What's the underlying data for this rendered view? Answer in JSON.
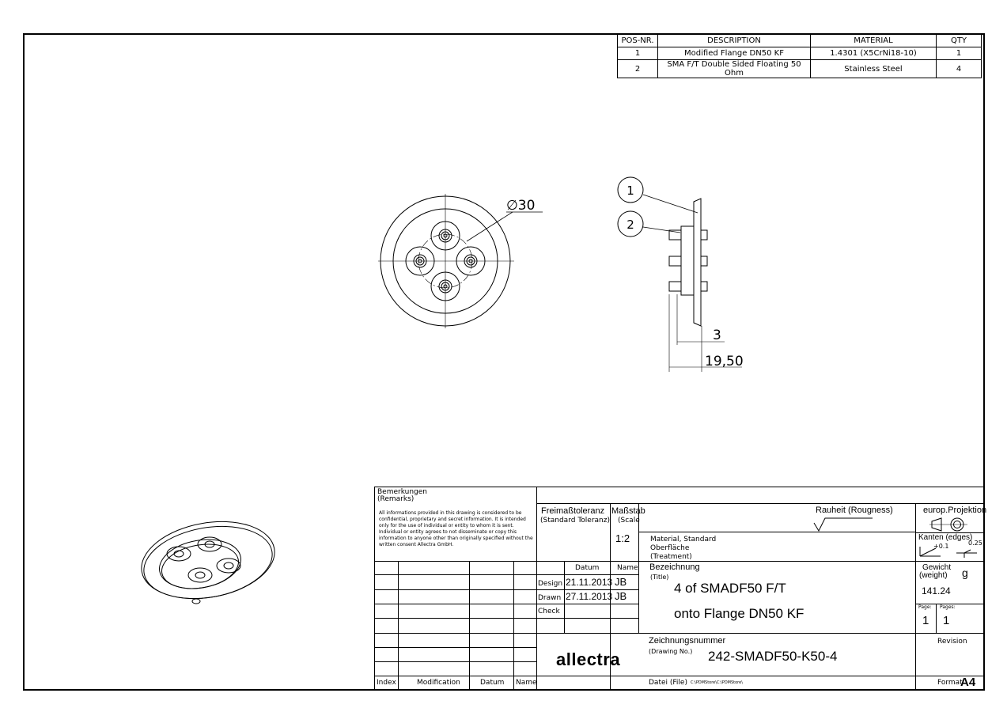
{
  "bom": {
    "headers": [
      "POS-NR.",
      "DESCRIPTION",
      "MATERIAL",
      "QTY"
    ],
    "rows": [
      [
        "1",
        "Modified Flange DN50 KF",
        "1.4301 (X5CrNi18-10)",
        "1"
      ],
      [
        "2",
        "SMA F/T Double Sided Floating 50 Ohm",
        "Stainless Steel",
        "4"
      ]
    ]
  },
  "drawing": {
    "dim_diameter": "∅30",
    "dim_thickness": "3",
    "dim_length": "19,50",
    "balloon_1": "1",
    "balloon_2": "2"
  },
  "titleblock": {
    "remarks_label": "Bemerkungen",
    "remarks_label_en": "(Remarks)",
    "confidential": "All informations provided in this drawing is considered to be confidential, proprietary and secret information. It is intended only for the use of individual or entity to whom it is sent. Individual or entity agrees to not disseminate or copy this information to anyone other than originally specified without the written consent Allectra GmbH.",
    "tolerance_label": "Freimaßtoleranz",
    "tolerance_label_en": "(Standard Toleranz)",
    "scale_label": "Maßstab",
    "scale_label_en": "(Scale",
    "scale_value": "1:2",
    "roughness_label": "Rauheit (Rougness)",
    "projection_label": "europ.Projektion",
    "material_label": "Material, Standard",
    "surface_label": "Oberfläche",
    "treatment_label": "(Treatment)",
    "edges_label": "Kanten (edges)",
    "edge_tol_1": "+0.1",
    "edge_tol_2": "0.25",
    "datum_label": "Datum",
    "name_label": "Name",
    "design_label": "Design",
    "design_date": "21.11.2013",
    "design_name": "JB",
    "drawn_label": "Drawn",
    "drawn_date": "27.11.2013",
    "drawn_name": "JB",
    "check_label": "Check",
    "title_label": "Bezeichnung",
    "title_label_en": "(Title)",
    "title_line1": "4 of SMADF50 F/T",
    "title_line2": "onto Flange DN50 KF",
    "weight_label": "Gewicht",
    "weight_label_en": "(weight)",
    "weight_unit": "g",
    "weight_value": "141.24",
    "page_label": "Page:",
    "page_value": "1",
    "pages_label": "Pages:",
    "pages_value": "1",
    "drawing_no_label": "Zeichnungsnummer",
    "drawing_no_label_en": "(Drawing No.)",
    "drawing_no": "242-SMADF50-K50-4",
    "revision_label": "Revision",
    "file_label": "Datei (File)",
    "file_path": "C:\\PDMStore\\C:\\PDMStore\\",
    "format_label": "Format",
    "format_value": "A4",
    "index_label": "Index",
    "modification_label": "Modification",
    "rev_datum_label": "Datum",
    "rev_name_label": "Name",
    "logo_text": "allectra"
  }
}
